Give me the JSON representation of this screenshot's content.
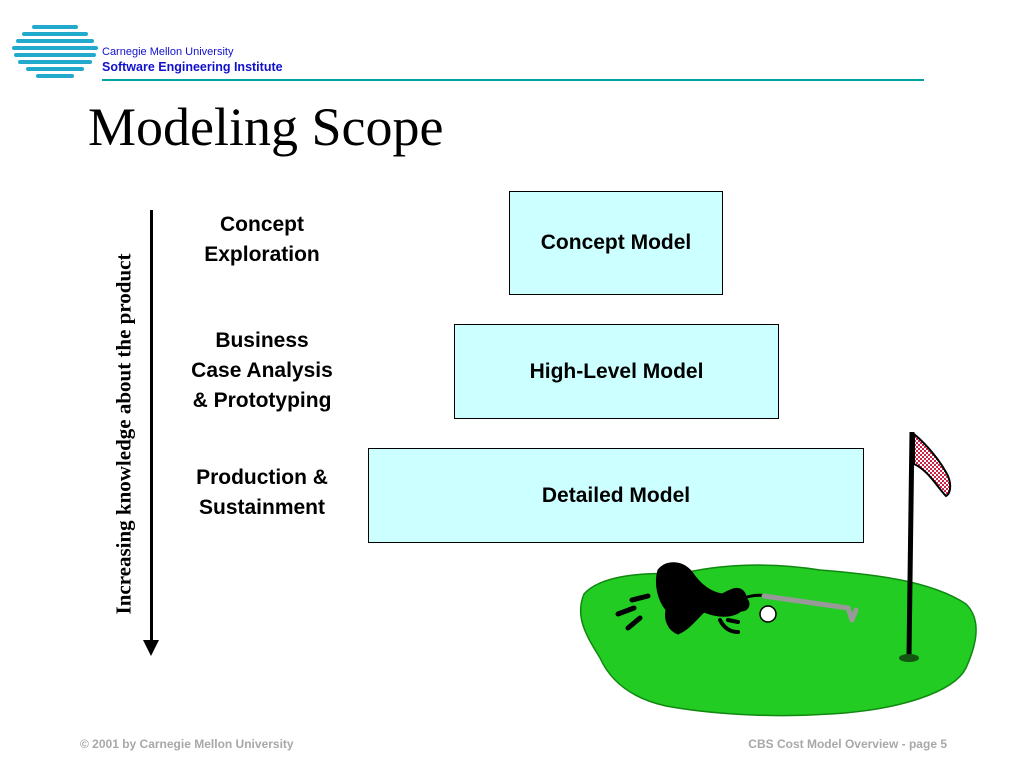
{
  "header": {
    "org_line1": "Carnegie Mellon University",
    "org_line2": "Software Engineering Institute",
    "logo_icon": "sei-striped-globe-logo"
  },
  "title": "Modeling Scope",
  "axis": {
    "label": "Increasing knowledge about the product",
    "arrow_icon": "down-arrow-icon"
  },
  "phases": [
    {
      "lines": [
        "Concept",
        "Exploration"
      ]
    },
    {
      "lines": [
        "Business",
        "Case Analysis",
        "& Prototyping"
      ]
    },
    {
      "lines": [
        "Production &",
        "Sustainment"
      ]
    }
  ],
  "models": [
    {
      "label": "Concept Model"
    },
    {
      "label": "High-Level Model"
    },
    {
      "label": "Detailed Model"
    }
  ],
  "illustration": {
    "description_icon": "golfer-putting-icon",
    "flag_icon": "golf-flag-icon"
  },
  "colors": {
    "model_fill": "#ccffff",
    "header_text": "#1111cc",
    "rule": "#00a3a3",
    "green": "#22cc22",
    "footer_text": "#a8a8a8"
  },
  "footer": {
    "left": "© 2001 by Carnegie Mellon University",
    "right": "CBS Cost Model Overview - page 5"
  }
}
